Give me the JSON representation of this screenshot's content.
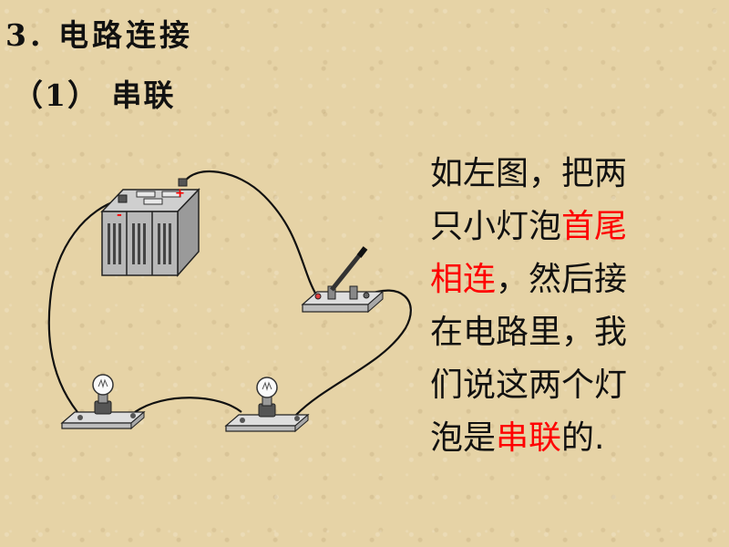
{
  "slide": {
    "title": "3. 电路连接",
    "subtitle": "（1） 串联",
    "description_lines": [
      [
        {
          "text": "如左图，把两",
          "highlight": false
        }
      ],
      [
        {
          "text": "只小灯泡",
          "highlight": false
        },
        {
          "text": "首尾",
          "highlight": true
        }
      ],
      [
        {
          "text": "相连",
          "highlight": true
        },
        {
          "text": "，然后接",
          "highlight": false
        }
      ],
      [
        {
          "text": "在电路里，我",
          "highlight": false
        }
      ],
      [
        {
          "text": "们说这两个灯",
          "highlight": false
        }
      ],
      [
        {
          "text": "泡是",
          "highlight": false
        },
        {
          "text": "串联",
          "highlight": true
        },
        {
          "text": "的.",
          "highlight": false
        }
      ]
    ]
  },
  "diagram": {
    "battery_positive_label": "+",
    "battery_negative_label": "-",
    "components": [
      "battery",
      "switch",
      "bulb",
      "bulb"
    ]
  },
  "colors": {
    "background": "#e6d3a6",
    "text": "#111111",
    "highlight": "#ff0000",
    "wire": "#111111"
  }
}
